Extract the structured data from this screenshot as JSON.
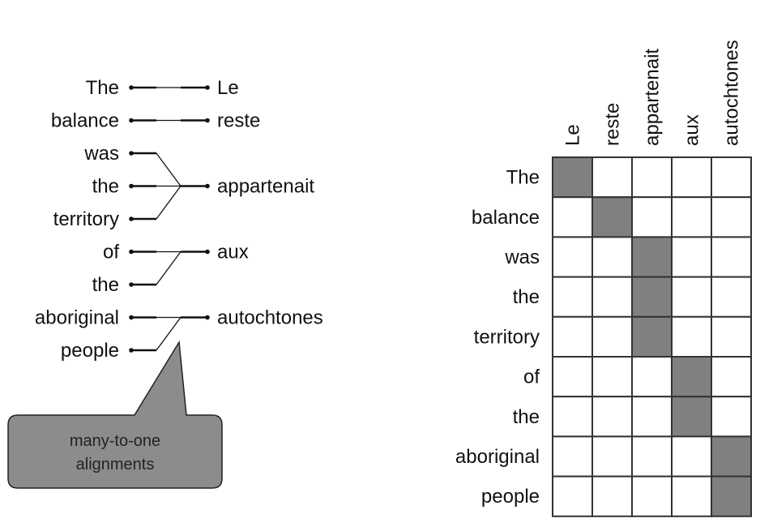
{
  "source_words": [
    "The",
    "balance",
    "was",
    "the",
    "territory",
    "of",
    "the",
    "aboriginal",
    "people"
  ],
  "target_words": [
    "Le",
    "reste",
    "appartenait",
    "aux",
    "autochtones"
  ],
  "alignments": [
    [
      0,
      0
    ],
    [
      1,
      1
    ],
    [
      2,
      2
    ],
    [
      3,
      2
    ],
    [
      4,
      2
    ],
    [
      5,
      3
    ],
    [
      6,
      3
    ],
    [
      7,
      4
    ],
    [
      8,
      4
    ]
  ],
  "callout": {
    "line1": "many-to-one",
    "line2": "alignments"
  },
  "colors": {
    "filled_cell": "#808080",
    "empty_cell": "#ffffff",
    "grid_line": "#333333",
    "callout_fill": "#8c8c8c"
  }
}
